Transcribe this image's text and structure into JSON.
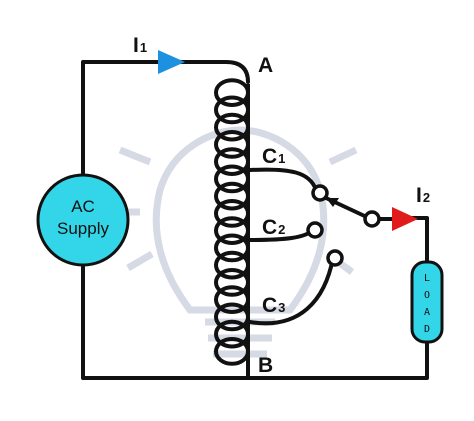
{
  "diagram": {
    "labels": {
      "i1": "I",
      "i1_sub": "1",
      "i2": "I",
      "i2_sub": "2",
      "a": "A",
      "b": "B",
      "c1": "C",
      "c1_sub": "1",
      "c2": "C",
      "c2_sub": "2",
      "c3": "C",
      "c3_sub": "3"
    },
    "supply": {
      "line1": "AC",
      "line2": "Supply"
    },
    "load": {
      "letters": [
        "L",
        "O",
        "A",
        "D"
      ]
    },
    "colors": {
      "wire": "#111111",
      "supply_fill": "#33d6e8",
      "load_fill": "#33d6e8",
      "arrow_in": "#1e90e0",
      "arrow_out": "#e11b1b",
      "bulb_watermark": "#c9cedd"
    },
    "coil_turns": 16
  }
}
